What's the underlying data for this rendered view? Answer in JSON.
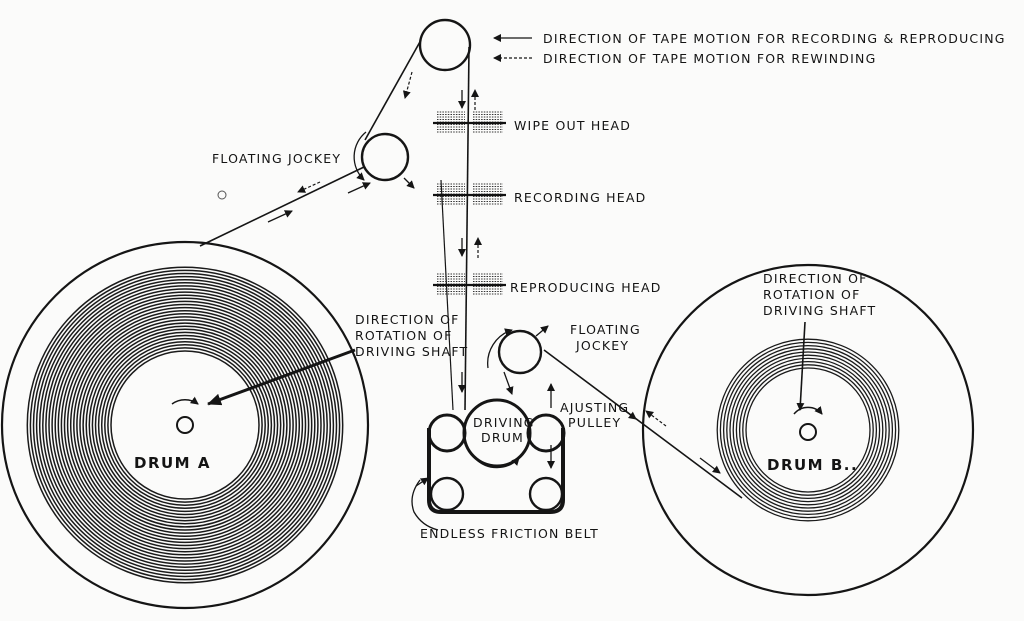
{
  "legend": {
    "solid": "DIRECTION OF TAPE MOTION FOR RECORDING & REPRODUCING",
    "dashed": "DIRECTION OF TAPE MOTION FOR REWINDING"
  },
  "labels": {
    "floating_jockey_top": "FLOATING JOCKEY",
    "wipe_out_head": "WIPE OUT HEAD",
    "recording_head": "RECORDING HEAD",
    "reproducing_head": "REPRODUCING HEAD",
    "direction_a": [
      "DIRECTION OF",
      "ROTATION OF",
      "DRIVING SHAFT"
    ],
    "direction_b": [
      "DIRECTION OF",
      "ROTATION OF",
      "DRIVING SHAFT"
    ],
    "floating_jockey_bottom": [
      "FLOATING",
      "JOCKEY"
    ],
    "driving_drum": [
      "DRIVING",
      "DRUM"
    ],
    "adjusting_pulley": [
      "AJUSTING",
      "PULLEY"
    ],
    "drum_a": "DRUM A",
    "drum_b": "DRUM B..",
    "endless_belt": "ENDLESS FRICTION BELT"
  }
}
